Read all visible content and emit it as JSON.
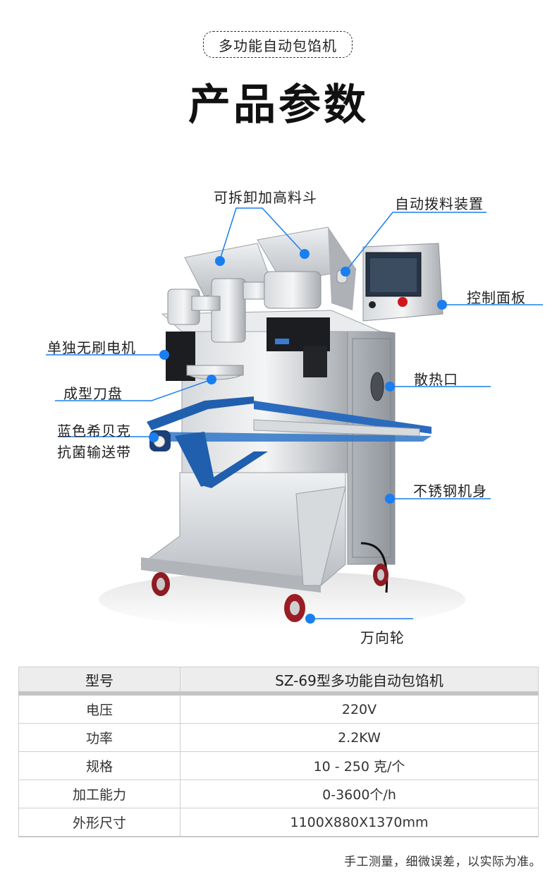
{
  "header": {
    "pill_label": "多功能自动包馅机",
    "title": "产品参数"
  },
  "colors": {
    "callout_blue": "#1a7ef0",
    "belt_blue": "#1f5fae",
    "steel": "#c9ccd0",
    "table_header_bg": "#ededed"
  },
  "callouts": [
    {
      "id": "hopper",
      "label": "可拆卸加高料斗"
    },
    {
      "id": "auto-feed",
      "label": "自动拨料装置"
    },
    {
      "id": "control-panel",
      "label": "控制面板"
    },
    {
      "id": "motor",
      "label": "单独无刷电机"
    },
    {
      "id": "cooling-vent",
      "label": "散热口"
    },
    {
      "id": "forming-disc",
      "label": "成型刀盘"
    },
    {
      "id": "conveyor-line1",
      "label": "蓝色希贝克"
    },
    {
      "id": "conveyor-line2",
      "label": "抗菌输送带"
    },
    {
      "id": "body",
      "label": "不锈钢机身"
    },
    {
      "id": "caster",
      "label": "万向轮"
    }
  ],
  "spec_table": {
    "header": {
      "key": "型号",
      "value": "SZ-69型多功能自动包馅机"
    },
    "rows": [
      {
        "key": "电压",
        "value": "220V"
      },
      {
        "key": "功率",
        "value": "2.2KW"
      },
      {
        "key": "规格",
        "value": "10 - 250 克/个"
      },
      {
        "key": "加工能力",
        "value": "0-3600个/h"
      },
      {
        "key": "外形尺寸",
        "value": "1100X880X1370mm"
      }
    ]
  },
  "footnote": "手工测量，细微误差，以实际为准。"
}
